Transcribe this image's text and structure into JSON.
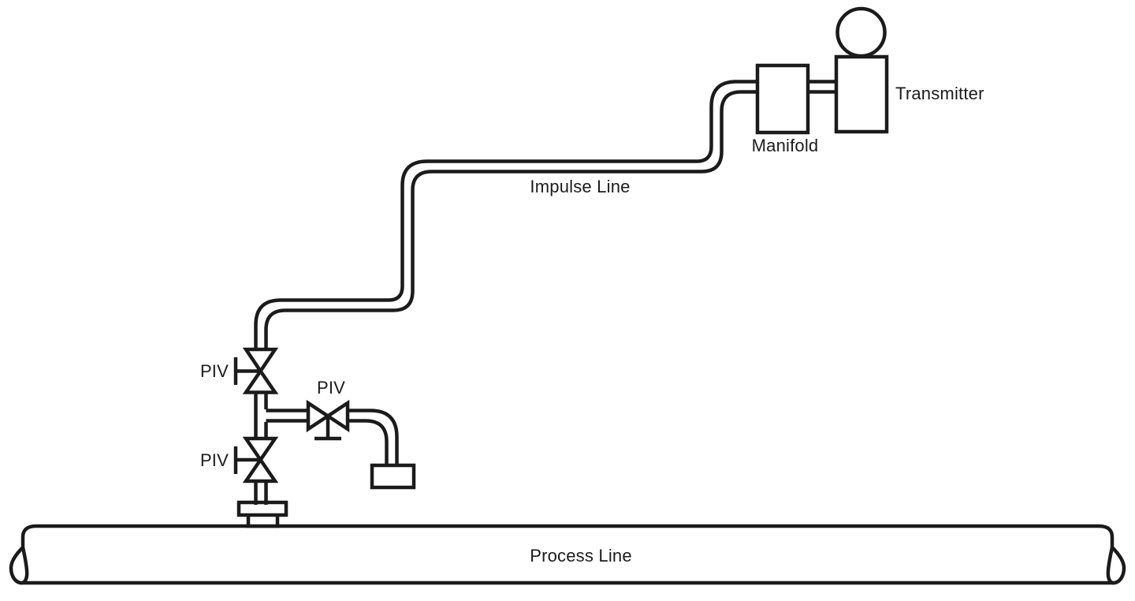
{
  "diagram": {
    "background_color": "#ffffff",
    "line_color": "#1b1b1b",
    "labels": {
      "transmitter": "Transmitter",
      "manifold": "Manifold",
      "impulse_line": "Impulse Line",
      "process_line": "Process Line",
      "piv_upper": "PIV",
      "piv_vent": "PIV",
      "piv_lower": "PIV"
    },
    "components": [
      {
        "name": "process-line-pipe"
      },
      {
        "name": "tap-flange-connection"
      },
      {
        "name": "isolation-valve-lower"
      },
      {
        "name": "isolation-valve-upper"
      },
      {
        "name": "vent-valve"
      },
      {
        "name": "vent-plug"
      },
      {
        "name": "impulse-line-tubing"
      },
      {
        "name": "manifold-block"
      },
      {
        "name": "transmitter-instrument"
      }
    ]
  }
}
